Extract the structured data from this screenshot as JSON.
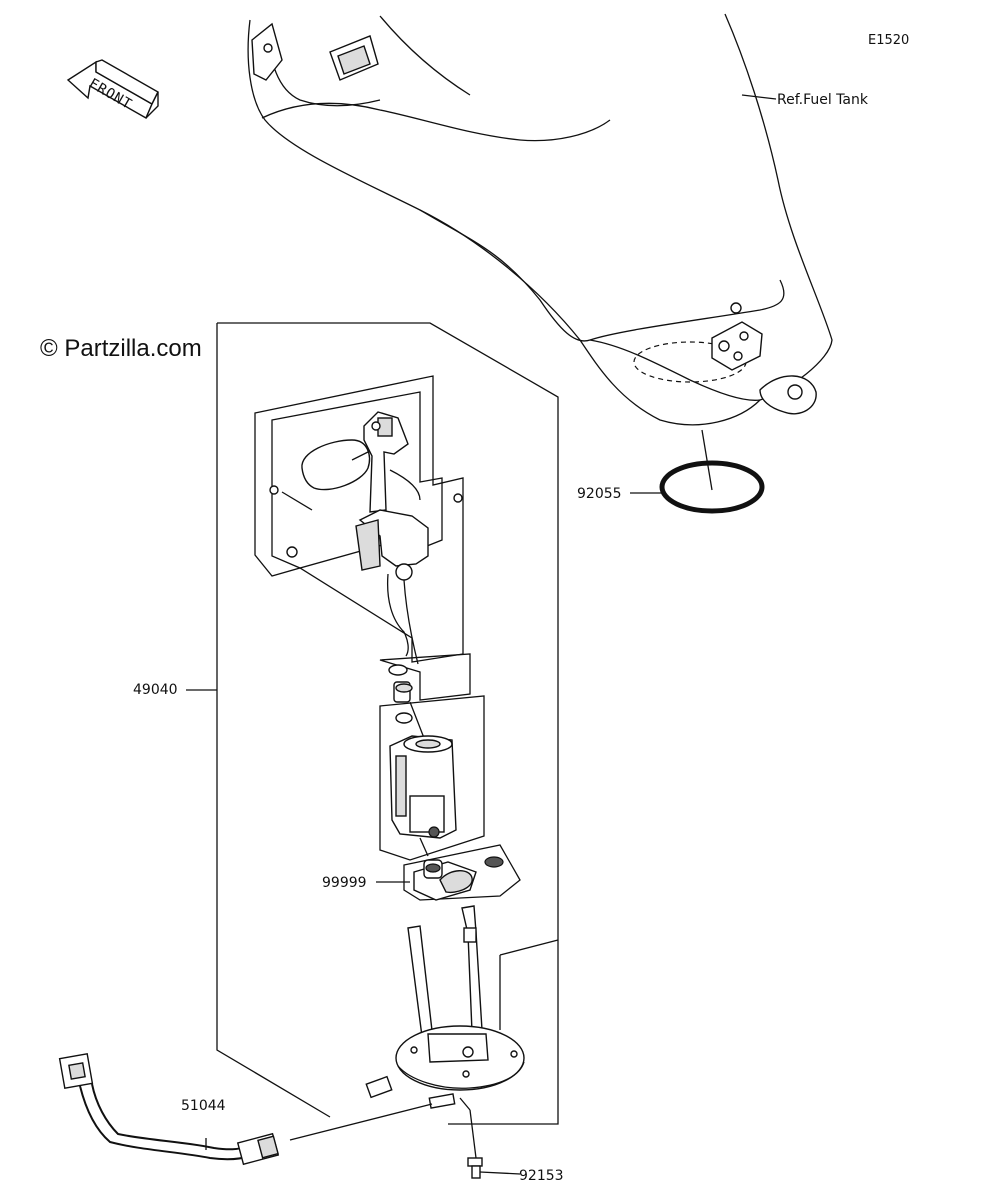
{
  "diagram_code": "E1520",
  "reference_label": "Ref.Fuel Tank",
  "watermark": "© Partzilla.com",
  "front_label": "FRONT",
  "callouts": [
    {
      "id": "92055",
      "label": "92055"
    },
    {
      "id": "49040",
      "label": "49040"
    },
    {
      "id": "99999",
      "label": "99999"
    },
    {
      "id": "51044",
      "label": "51044"
    },
    {
      "id": "92153",
      "label": "92153"
    }
  ]
}
